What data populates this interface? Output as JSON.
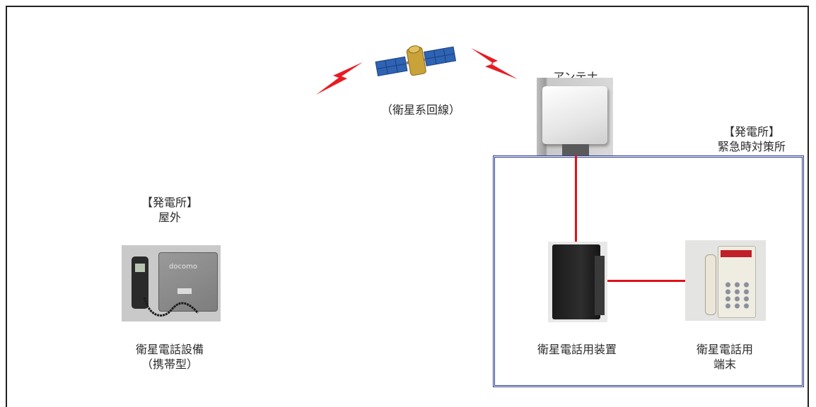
{
  "satellite": {
    "caption": "（衛星系回線）"
  },
  "antenna": {
    "caption": "アンテナ"
  },
  "outdoor": {
    "heading_line1": "【発電所】",
    "heading_line2": "屋外",
    "device_line1": "衛星電話設備",
    "device_line2": "（携帯型）",
    "phone_brand": "docomo"
  },
  "emergency_office": {
    "heading_line1": "【発電所】",
    "heading_line2": "緊急時対策所"
  },
  "sat_phone_unit": {
    "caption": "衛星電話用装置"
  },
  "sat_phone_terminal": {
    "caption_line1": "衛星電話用",
    "caption_line2": "端末"
  },
  "colors": {
    "connection": "#e0121b",
    "box_border": "#2c3a8a",
    "lightning": "#e81b23"
  }
}
